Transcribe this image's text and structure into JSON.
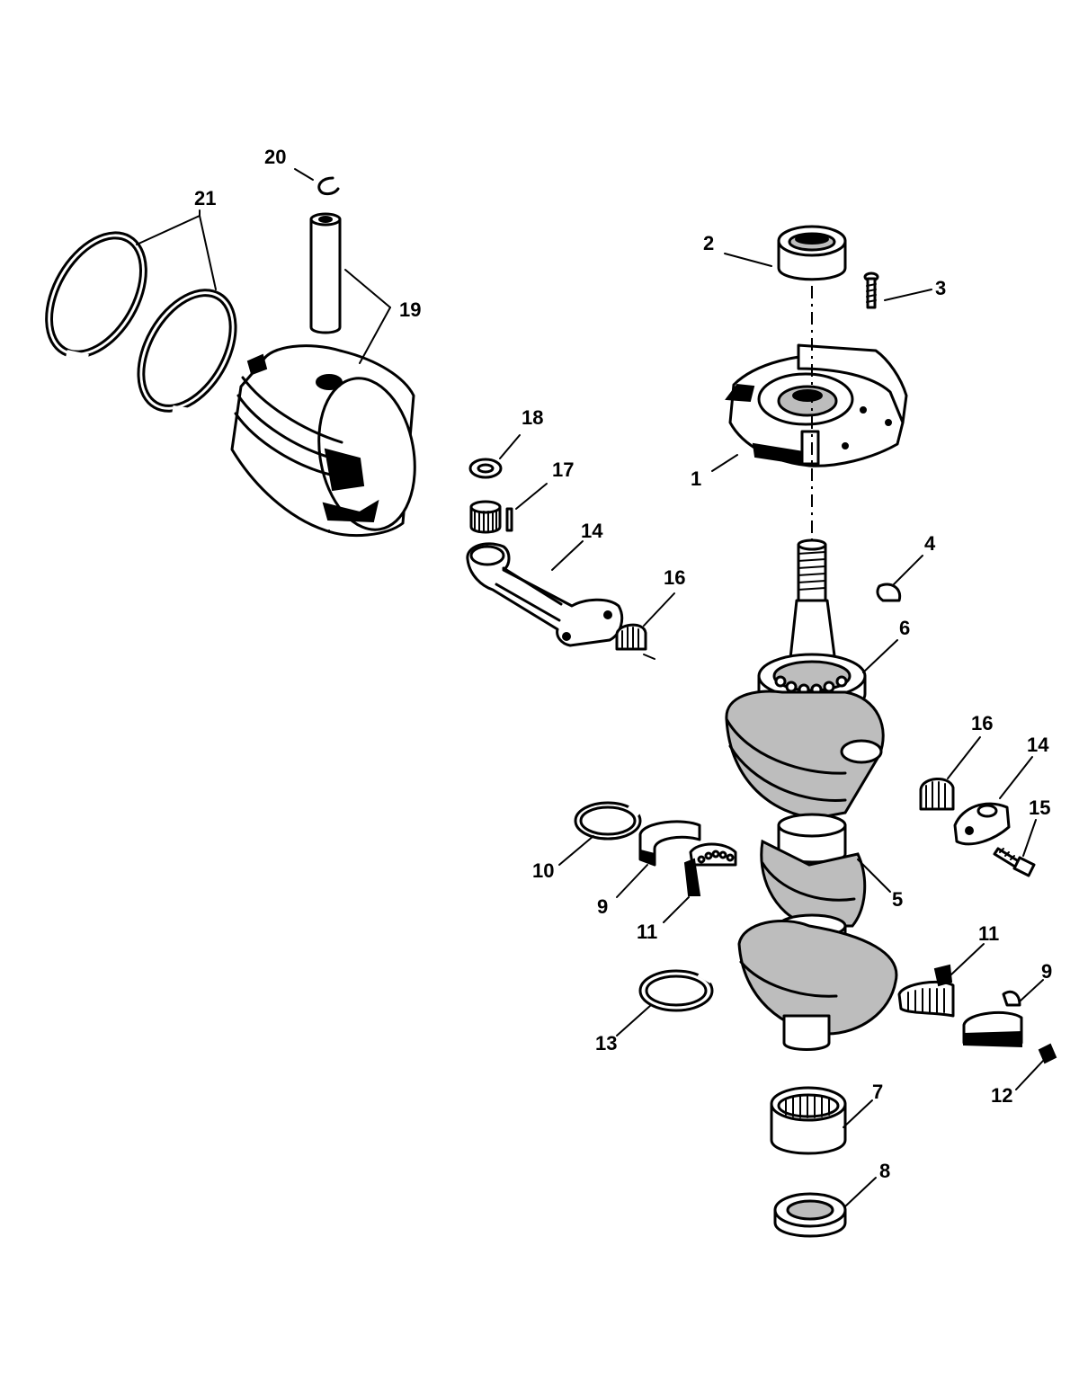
{
  "callouts": [
    {
      "id": "c20",
      "text": "20"
    },
    {
      "id": "c21",
      "text": "21"
    },
    {
      "id": "c19",
      "text": "19"
    },
    {
      "id": "c2",
      "text": "2"
    },
    {
      "id": "c3",
      "text": "3"
    },
    {
      "id": "c18",
      "text": "18"
    },
    {
      "id": "c17",
      "text": "17"
    },
    {
      "id": "c1",
      "text": "1"
    },
    {
      "id": "c14a",
      "text": "14"
    },
    {
      "id": "c16a",
      "text": "16"
    },
    {
      "id": "c4",
      "text": "4"
    },
    {
      "id": "c6",
      "text": "6"
    },
    {
      "id": "c16b",
      "text": "16"
    },
    {
      "id": "c14b",
      "text": "14"
    },
    {
      "id": "c15",
      "text": "15"
    },
    {
      "id": "c10",
      "text": "10"
    },
    {
      "id": "c9a",
      "text": "9"
    },
    {
      "id": "c11a",
      "text": "11"
    },
    {
      "id": "c5",
      "text": "5"
    },
    {
      "id": "c11b",
      "text": "11"
    },
    {
      "id": "c9b",
      "text": "9"
    },
    {
      "id": "c13",
      "text": "13"
    },
    {
      "id": "c12",
      "text": "12"
    },
    {
      "id": "c7",
      "text": "7"
    },
    {
      "id": "c8",
      "text": "8"
    }
  ]
}
